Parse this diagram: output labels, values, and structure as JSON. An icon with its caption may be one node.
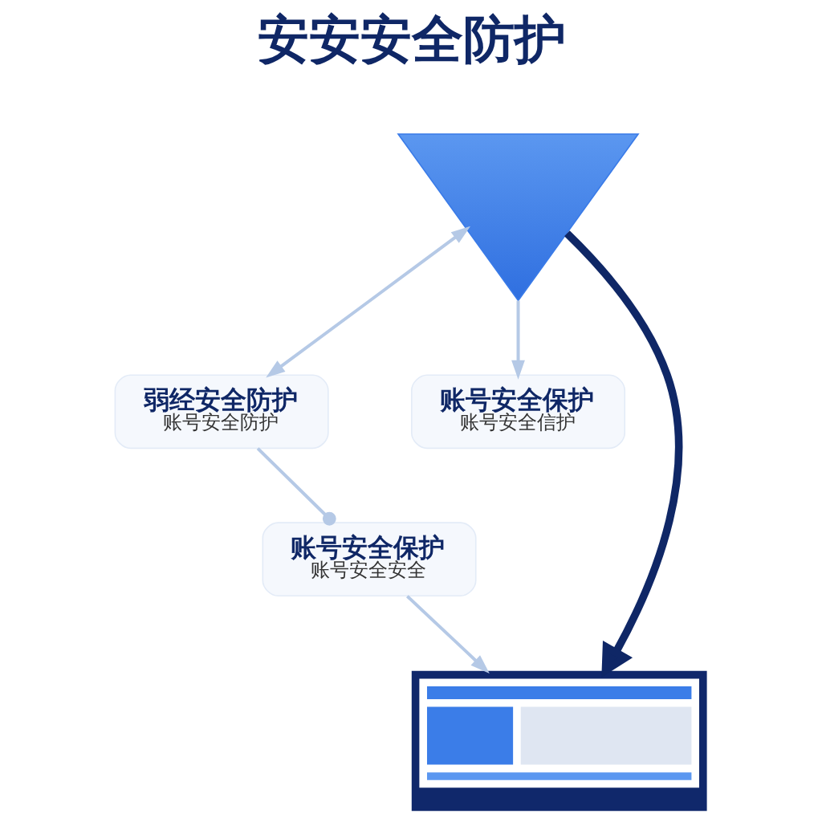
{
  "diagram": {
    "title": "安安安全防护",
    "nodes": [
      {
        "text": [],
        "shape": "funnel"
      },
      {
        "text": [
          "弱经安全防护",
          "账号安全防护"
        ]
      },
      {
        "text": [
          "账号安全保护",
          "账号安全信护"
        ]
      },
      {
        "text": [
          "账号安全保护",
          "账号安全安全"
        ]
      },
      {
        "text": [],
        "shape": "laptop"
      }
    ],
    "edges": [
      {
        "from": 0,
        "to": 1,
        "arrow": "both"
      },
      {
        "from": 0,
        "to": 2,
        "arrow": "to"
      },
      {
        "from": 1,
        "to": 3,
        "arrow": "other"
      },
      {
        "from": 3,
        "to": 4,
        "arrow": "to"
      },
      {
        "from": 0,
        "to": 4,
        "arrow": "to",
        "style": "thick",
        "color": "#0f2766"
      }
    ]
  }
}
